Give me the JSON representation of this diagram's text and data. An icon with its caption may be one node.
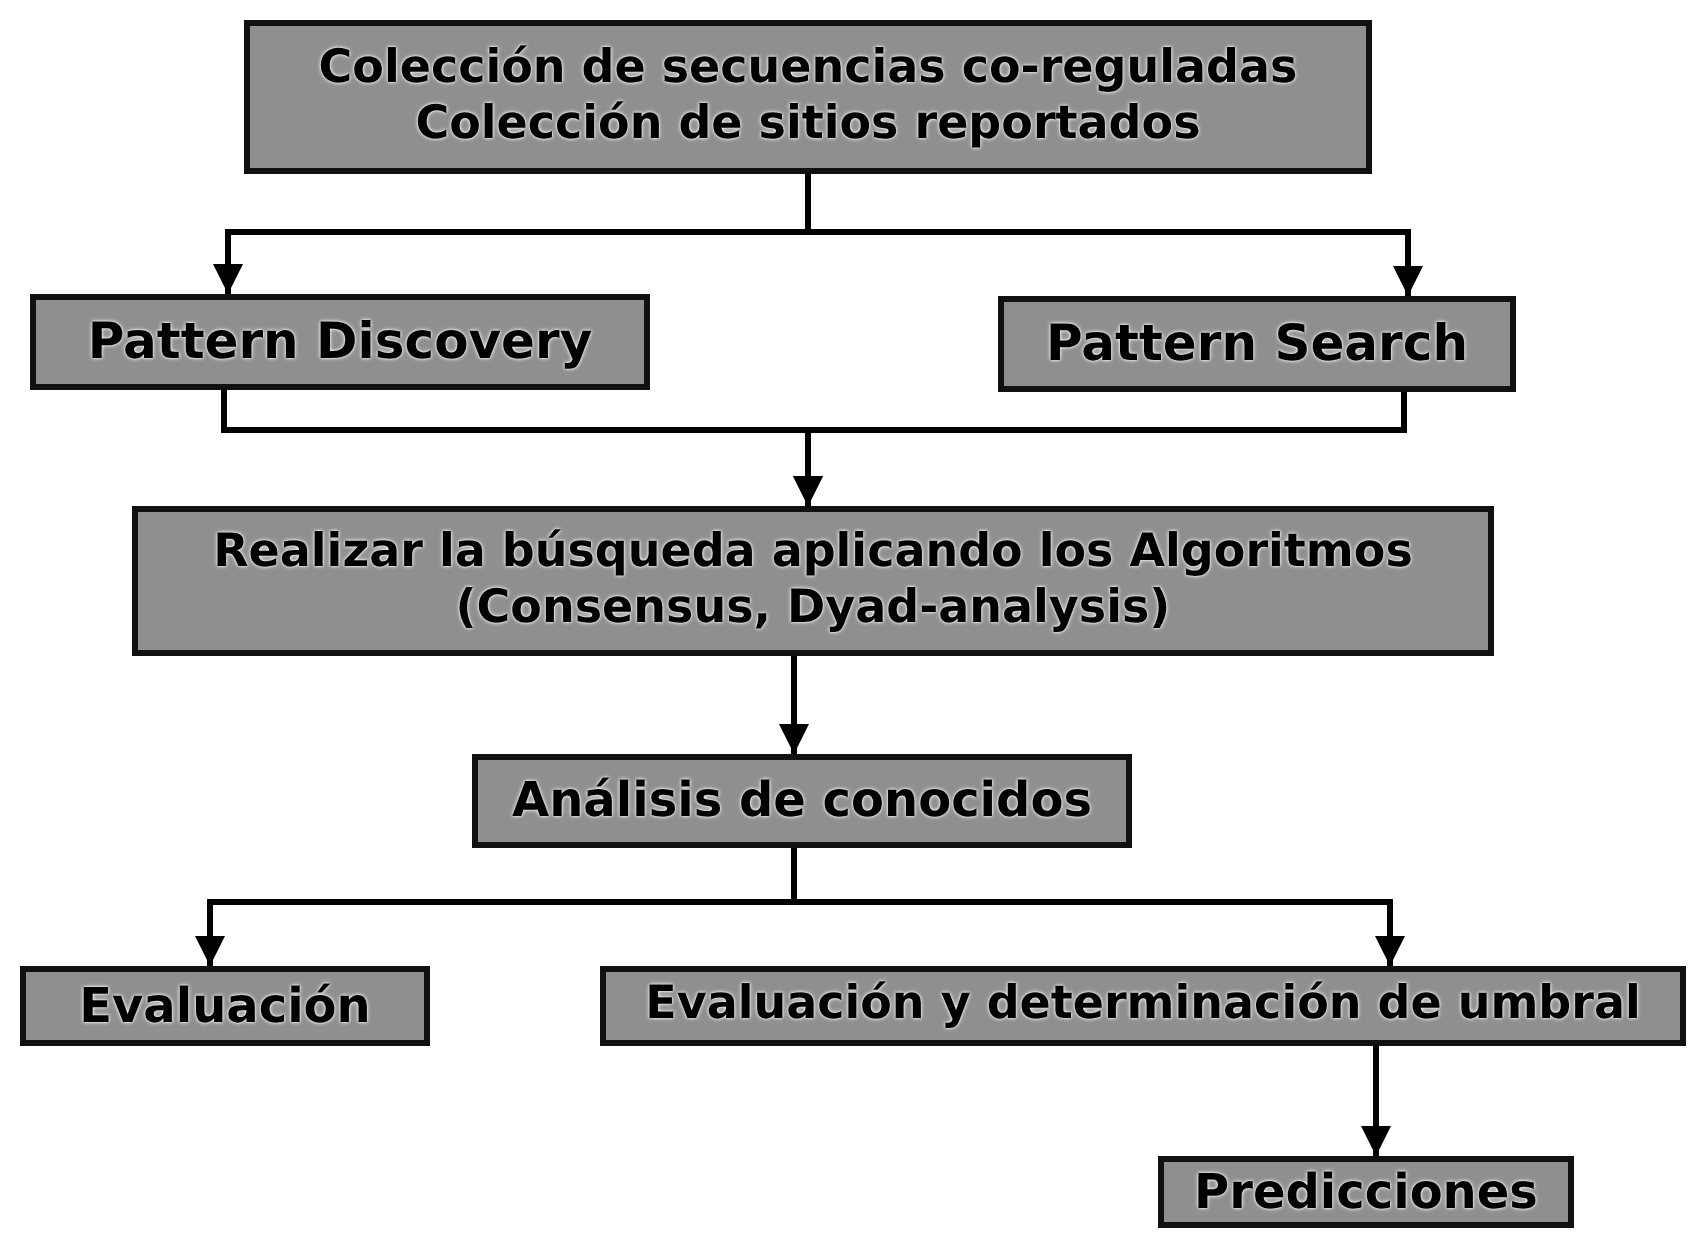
{
  "diagram": {
    "nodes": [
      {
        "text": [
          "Colección de secuencias co-reguladas Colección de sitios reportados"
        ]
      },
      {
        "text": [
          "Pattern Discovery"
        ]
      },
      {
        "text": [
          "Pattern Search"
        ]
      },
      {
        "text": [
          "Realizar la búsqueda aplicando los Algoritmos (Consensus, Dyad-analysis)"
        ]
      },
      {
        "text": [
          "Análisis de conocidos"
        ]
      },
      {
        "text": [
          "Evaluación"
        ]
      },
      {
        "text": [
          "Evaluación y determinación de umbral"
        ]
      },
      {
        "text": [
          "Predicciones"
        ]
      }
    ],
    "edges": [
      {
        "from": 0,
        "to": 1,
        "arrow": "to"
      },
      {
        "from": 0,
        "to": 2,
        "arrow": "to"
      },
      {
        "from": 1,
        "to": 3,
        "arrow": "to"
      },
      {
        "from": 2,
        "to": 3,
        "arrow": "to"
      },
      {
        "from": 3,
        "to": 4,
        "arrow": "to"
      },
      {
        "from": 4,
        "to": 5,
        "arrow": "to"
      },
      {
        "from": 4,
        "to": 6,
        "arrow": "to"
      },
      {
        "from": 6,
        "to": 7,
        "arrow": "to"
      }
    ]
  }
}
